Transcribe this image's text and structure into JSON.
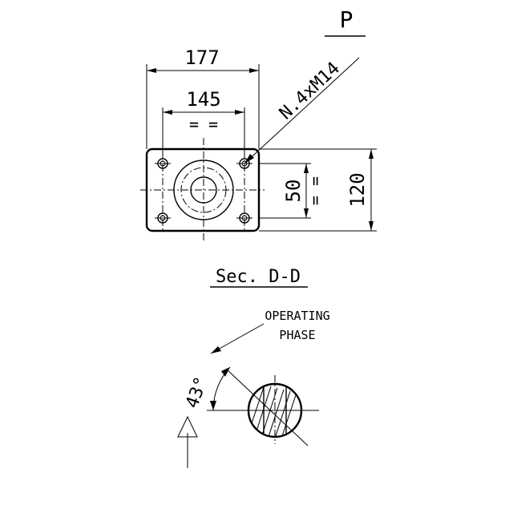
{
  "drawing": {
    "view_letter": "P",
    "dimensions": {
      "flange_width": "177",
      "bolt_spacing_horizontal": "145",
      "bolt_spacing_vertical": "50",
      "flange_height": "120",
      "equal_mark": "= ="
    },
    "bolt_callout": "N.4xM14",
    "section_label": "Sec. D-D",
    "operating_phase": {
      "line1": "OPERATING",
      "line2": "PHASE"
    },
    "angle": "43°"
  }
}
